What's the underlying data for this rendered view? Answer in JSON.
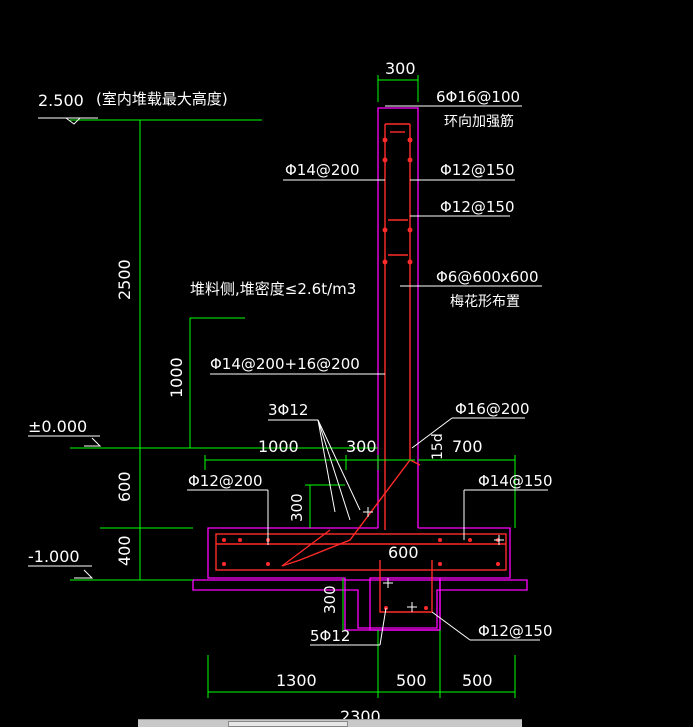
{
  "labels": {
    "elev_top": "2.500",
    "elev_top_note": "(室内堆载最大高度)",
    "elev_zero": "±0.000",
    "elev_neg": "-1.000",
    "wall_width": "300",
    "ring_bars": "6Φ16@100",
    "ring_bars_note": "环向加强筋",
    "bar_left_top": "Φ14@200",
    "bar_right_1": "Φ12@150",
    "bar_right_2": "Φ12@150",
    "tie": "Φ6@600x600",
    "tie_note": "梅花形布置",
    "load_note": "堆料侧,堆密度≤2.6t/m3",
    "wall_height": "2500",
    "dim_1000_v": "1000",
    "wall_inner_bars": "Φ14@200+16@200",
    "corner_bars": "3Φ12",
    "corner_bar_right": "Φ16@200",
    "anchor_15d": "15d",
    "dim_700": "700",
    "dim_1000_h": "1000",
    "dim_300_h": "300",
    "dim_600_v": "600",
    "dim_400_v": "400",
    "slab_top_left": "Φ12@200",
    "slab_top_right": "Φ14@150",
    "dim_300_haunch": "300",
    "dim_600_key": "600",
    "dim_300_key": "300",
    "key_bars": "5Φ12",
    "key_stirrup": "Φ12@150",
    "dim_1300": "1300",
    "dim_500_a": "500",
    "dim_500_b": "500",
    "dim_2300": "2300"
  },
  "colors": {
    "background": "#000000",
    "dimension": "#00ff00",
    "concrete": "#ff00ff",
    "rebar": "#ff2a2a",
    "text": "#ffffff"
  }
}
